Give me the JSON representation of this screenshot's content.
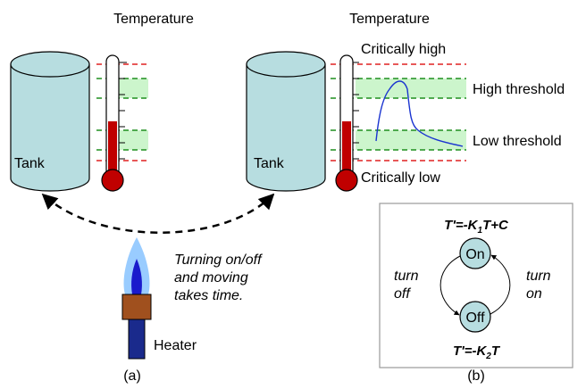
{
  "left_panel": {
    "temperature_label": "Temperature",
    "tank_label": "Tank",
    "caption": "(a)"
  },
  "right_panel": {
    "temperature_label": "Temperature",
    "tank_label": "Tank",
    "critically_high_label": "Critically high",
    "high_threshold_label": "High threshold",
    "low_threshold_label": "Low threshold",
    "critically_low_label": "Critically low"
  },
  "heater": {
    "label": "Heater",
    "note_lines": [
      "Turning on/off",
      "and moving",
      "takes time."
    ]
  },
  "state_machine": {
    "on_equation_main": "T'=-K",
    "on_equation_sub": "1",
    "on_equation_tail": "T+C",
    "off_equation_main": "T'=-K",
    "off_equation_sub": "2",
    "off_equation_tail": "T",
    "on_state": "On",
    "off_state": "Off",
    "turn_off_lines": [
      "turn",
      "off"
    ],
    "turn_on_lines": [
      "turn",
      "on"
    ],
    "caption": "(b)"
  },
  "colors": {
    "tank_fill": "#b7dde0",
    "threshold_band": "#ccf5cc",
    "critical_line": "#e02020",
    "threshold_line": "#1f8f1f",
    "mercury": "#c00000",
    "curve": "#1a34d0",
    "flame_outer": "#99ccff",
    "flame_inner": "#1a1acc",
    "heater_top": "#a0501e",
    "heater_body": "#1a2a8c",
    "state_fill": "#b7dde0"
  }
}
